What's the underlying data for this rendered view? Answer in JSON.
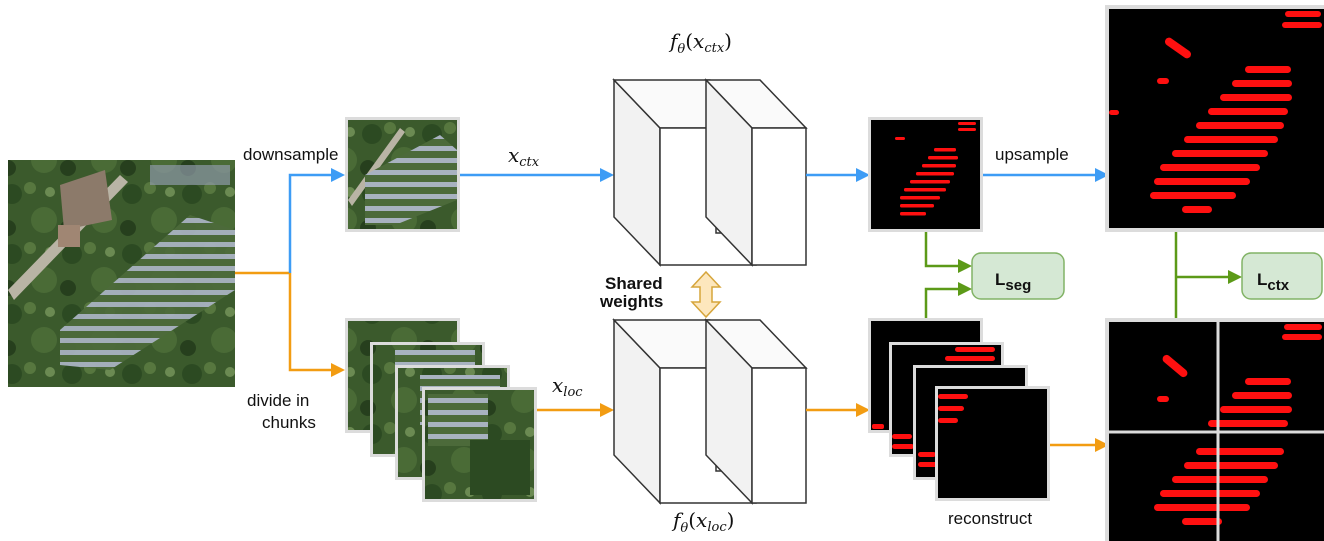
{
  "labels": {
    "downsample": "downsample",
    "divide_line1": "divide in",
    "divide_line2": "chunks",
    "upsample": "upsample",
    "reconstruct": "reconstruct",
    "shared_line1": "Shared",
    "shared_line2": "weights"
  },
  "math": {
    "x_ctx": {
      "base": "x",
      "sub": "ctx"
    },
    "x_loc": {
      "base": "x",
      "sub": "loc"
    },
    "f_ctx": {
      "fn": "f",
      "param": "θ",
      "arg": "x",
      "argsub": "ctx"
    },
    "f_loc": {
      "fn": "f",
      "param": "θ",
      "arg": "x",
      "argsub": "loc"
    }
  },
  "losses": {
    "seg": {
      "main": "L",
      "sub": "seg"
    },
    "ctx": {
      "main": "L",
      "sub": "ctx"
    }
  },
  "colors": {
    "context_path": "#3d9cf5",
    "local_path": "#f29c12",
    "loss_path": "#5c9a18",
    "loss_box_fill": "#d5e8d4",
    "loss_box_stroke": "#82b366",
    "shared_arrow_fill": "#fde7bd",
    "shared_arrow_stroke": "#d6a53b",
    "mask_red": "#ff1010"
  }
}
